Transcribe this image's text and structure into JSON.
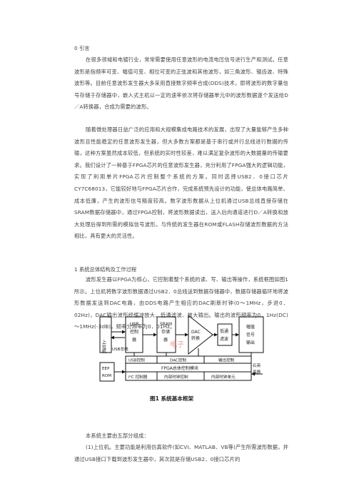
{
  "sections": {
    "intro_heading": "0 引言",
    "intro_p1": "在很多领域和电镀行业，常常需要使用任意波形的电流电压信号进行生产和测试。任意波形是指频率可变、幅值可变、相位可变的正弦波和其他波形，如三角波形、锯齿波、特殊波形等。目前任意波形发生器大多采用直接数字频率合成(DDS)技术，即将波形的数字量信号存储于存储器中，嵌入式主机以一定的速率依次将存储器单元中的波形数据逐个发送给D／A转换器，合成为需要的波形。",
    "intro_p2": "随着微处理器日益广泛的应用和大规模集成电路技术的发展，出现了大量能够产生多种波形且性能稳定的任意波形发生器，但大多数方案都是基于串行或并行总线进行数据的传输，这种方案虽然成本较低，但系统的实时性较差，难以满足复杂波形的大数据量的传输要求。我们设计了一种基于FPGA芯片的任意波形发生器，充分利用了FPGA强大的逻辑功能，实现了利用单片FPGA芯片控制整个系统的方案。同时选择USB2．0接口芯片 CY7C68013，它能较好地与FPGA芯片合作，完成系统预先设计的功能，使总体电路简单、成本低廉，产生的波形信号精度较高。数字波形数据从上位机通过USB总线直接存储在SRAM数据存储器中，通过FPGA控制，将波形数据读出，送入后向通道进行D／A转换和放大处理后得到所需的模拟信号波形。与传统的发生器在ROM或FLASH存储波形数据的方法相比，具有更大的灵活性。",
    "sec1_heading": "1 系统总体结构及工作过程",
    "sec1_p1": "波形发生器以FPGA为核心，它控制着整个系统的读、写、输出等操作，系统框图如图1所示。上位机将数字波形数据通过USB2．0总线送到数据存储器中，数据存储器循环地将波形数据发送到DAC电路，由DDS电路产生相应的DAC刷新时钟(0～1MHz，步进0．02Hz)，DAC输出波形经缓冲放大、低通滤波、放大输出。输出的波形频率为0．1Hz(DC)～1MHz(-3dB)，频率分辨率为0．01Hz。",
    "after_fig": "本系统主要由五部分组成：",
    "item1": "(1)上位机。主要功能是利用仿真软件(如CVI、MATLAB、VB等)产生所需波形数据，并通过USB接口下载到波形发生器中，其次就是存储USB2．0接口芯片的"
  },
  "figure": {
    "caption": "图1 系统基本框架",
    "host": "上位机",
    "usb_bus": "USB总线",
    "usb_ctrl": [
      "USB",
      "控制",
      "器"
    ],
    "sram": [
      "SRAM",
      "存储",
      "器"
    ],
    "dac": [
      "DAC",
      "转换"
    ],
    "filter": [
      "低通",
      "滤波"
    ],
    "output": [
      "幅值",
      "信号",
      "输出"
    ],
    "usb_ctrl_bar": "USB控制",
    "dac_ctrl_bar": "DAC控制",
    "out_ctrl_bar": "输出控制",
    "fpga_ctrl": "FPGA总体控制模块",
    "i2c": "I²C 控制器",
    "clk1": "内部时钟控制",
    "clk2": "内部时钟单元",
    "eeprom": [
      "EEP",
      "ROM"
    ],
    "crystal": [
      "石英",
      "晶振"
    ],
    "watermark": "电子"
  }
}
